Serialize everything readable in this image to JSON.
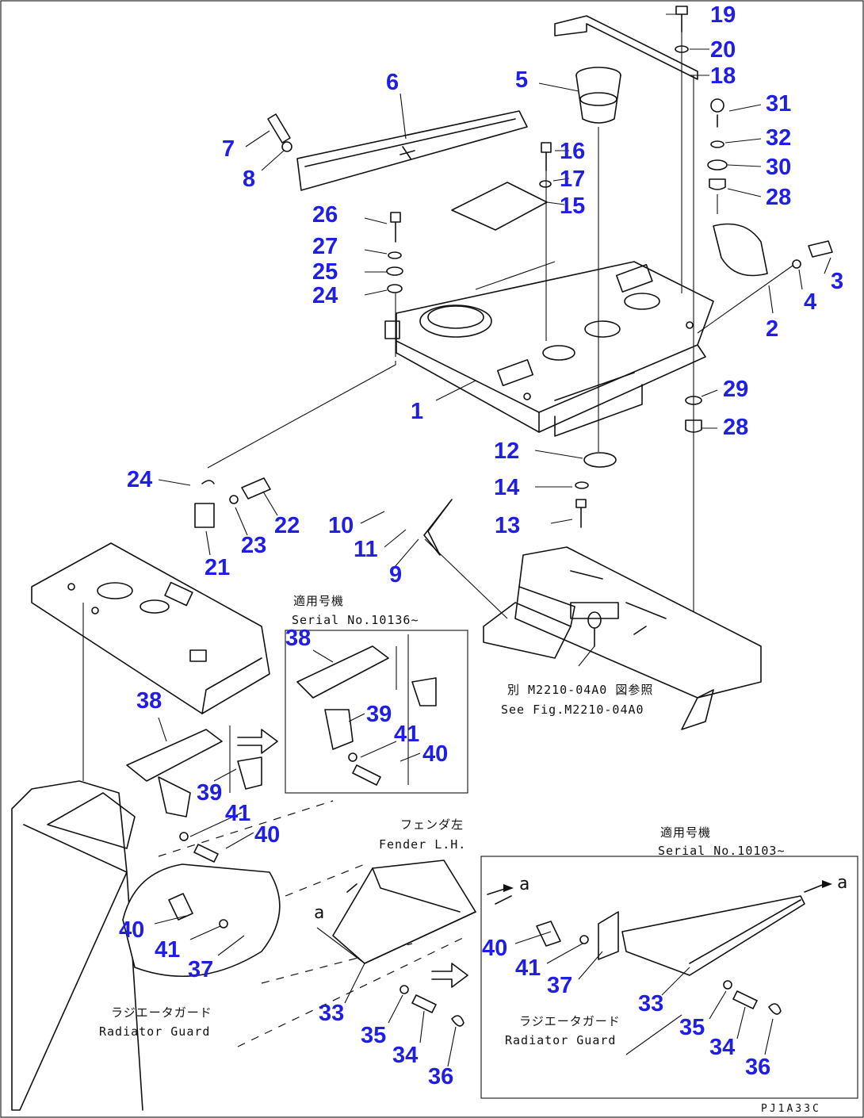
{
  "diagram_code": "PJ1A33C",
  "notes": {
    "serial_top_jp": "適用号機",
    "serial_top_en": "Serial No.10136~",
    "see_fig_jp": "別 M2210-04A0 図参照",
    "see_fig_en": "See Fig.M2210-04A0",
    "fender_jp": "フェンダ左",
    "fender_en": "Fender L.H.",
    "radiator_left_jp": "ラジエータガード",
    "radiator_left_en": "Radiator Guard",
    "serial_bottom_jp": "適用号機",
    "serial_bottom_en": "Serial No.10103~",
    "radiator_right_jp": "ラジエータガード",
    "radiator_right_en": "Radiator Guard",
    "ref_a1": "a",
    "ref_a2": "a",
    "ref_a3": "a"
  },
  "callouts": [
    {
      "label": "1"
    },
    {
      "label": "2"
    },
    {
      "label": "3"
    },
    {
      "label": "4"
    },
    {
      "label": "5"
    },
    {
      "label": "6"
    },
    {
      "label": "7"
    },
    {
      "label": "8"
    },
    {
      "label": "9"
    },
    {
      "label": "10"
    },
    {
      "label": "11"
    },
    {
      "label": "12"
    },
    {
      "label": "13"
    },
    {
      "label": "14"
    },
    {
      "label": "15"
    },
    {
      "label": "16"
    },
    {
      "label": "17"
    },
    {
      "label": "18"
    },
    {
      "label": "19"
    },
    {
      "label": "20"
    },
    {
      "label": "21"
    },
    {
      "label": "22"
    },
    {
      "label": "23"
    },
    {
      "label": "24"
    },
    {
      "label": "24"
    },
    {
      "label": "25"
    },
    {
      "label": "26"
    },
    {
      "label": "27"
    },
    {
      "label": "28"
    },
    {
      "label": "28"
    },
    {
      "label": "29"
    },
    {
      "label": "30"
    },
    {
      "label": "31"
    },
    {
      "label": "32"
    },
    {
      "label": "33"
    },
    {
      "label": "33"
    },
    {
      "label": "34"
    },
    {
      "label": "34"
    },
    {
      "label": "35"
    },
    {
      "label": "35"
    },
    {
      "label": "36"
    },
    {
      "label": "36"
    },
    {
      "label": "37"
    },
    {
      "label": "37"
    },
    {
      "label": "38"
    },
    {
      "label": "38"
    },
    {
      "label": "39"
    },
    {
      "label": "39"
    },
    {
      "label": "40"
    },
    {
      "label": "40"
    },
    {
      "label": "40"
    },
    {
      "label": "40"
    },
    {
      "label": "41"
    },
    {
      "label": "41"
    },
    {
      "label": "41"
    },
    {
      "label": "41"
    }
  ]
}
